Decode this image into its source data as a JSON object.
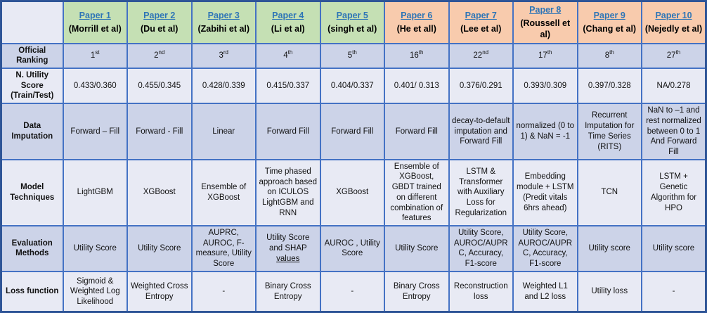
{
  "table": {
    "row_labels": {
      "ranking": "Official Ranking",
      "utility": "N. Utility Score (Train/Test)",
      "imputation": "Data Imputation",
      "model": "Model Techniques",
      "evaluation": "Evaluation Methods",
      "loss": "Loss function"
    }
  },
  "papers": [
    {
      "title": "Paper 1",
      "authors": "(Morrill et al)",
      "header_color": "#C5E0B4",
      "rank_value": "1",
      "rank_suffix": "st",
      "utility_score": "0.433/0.360",
      "data_imputation": "Forward – Fill",
      "model_techniques": "LightGBM",
      "evaluation_methods": "Utility Score",
      "loss_function": "Sigmoid & Weighted Log Likelihood"
    },
    {
      "title": "Paper 2",
      "authors": "(Du et al)",
      "header_color": "#C5E0B4",
      "rank_value": "2",
      "rank_suffix": "nd",
      "utility_score": "0.455/0.345",
      "data_imputation": "Forward - Fill",
      "model_techniques": "XGBoost",
      "evaluation_methods": "Utility Score",
      "loss_function": "Weighted Cross Entropy"
    },
    {
      "title": "Paper 3",
      "authors": "(Zabihi et al)",
      "header_color": "#C5E0B4",
      "rank_value": "3",
      "rank_suffix": "rd",
      "utility_score": "0.428/0.339",
      "data_imputation": "Linear",
      "model_techniques": "Ensemble of XGBoost",
      "evaluation_methods": "AUPRC, AUROC, F-measure, Utility Score",
      "loss_function": "-"
    },
    {
      "title": "Paper 4",
      "authors": "(Li et al)",
      "header_color": "#C5E0B4",
      "rank_value": "4",
      "rank_suffix": "th",
      "utility_score": "0.415/0.337",
      "data_imputation": "Forward Fill",
      "model_techniques": "Time phased approach based on ICULOS LightGBM and RNN",
      "evaluation_methods": "Utility Score and SHAP",
      "evaluation_underlined": "values",
      "loss_function": "Binary Cross Entropy"
    },
    {
      "title": "Paper 5",
      "authors": "(singh  et al)",
      "header_color": "#C5E0B4",
      "rank_value": "5",
      "rank_suffix": "th",
      "utility_score": "0.404/0.337",
      "data_imputation": "Forward Fill",
      "model_techniques": "XGBoost",
      "evaluation_methods": "AUROC , Utility Score",
      "loss_function": "-"
    },
    {
      "title": "Paper 6",
      "authors": "(He et all)",
      "header_color": "#F8CBAD",
      "rank_value": "16",
      "rank_suffix": "th",
      "utility_score": "0.401/ 0.313",
      "data_imputation": "Forward Fill",
      "model_techniques": "Ensemble of XGBoost, GBDT trained on different combination of features",
      "evaluation_methods": "Utility Score",
      "loss_function": "Binary Cross Entropy"
    },
    {
      "title": "Paper 7",
      "authors": "(Lee et al)",
      "header_color": "#F8CBAD",
      "rank_value": "22",
      "rank_suffix": "nd",
      "utility_score": "0.376/0.291",
      "data_imputation": "decay-to-default imputation and Forward Fill",
      "model_techniques": "LSTM & Transformer with Auxiliary Loss for Regularization",
      "evaluation_methods": "Utility Score, AUROC/AUPRC, Accuracy, F1-score",
      "loss_function": "Reconstruction loss"
    },
    {
      "title": "Paper 8",
      "authors": "(Roussell et al)",
      "header_color": "#F8CBAD",
      "rank_value": "17",
      "rank_suffix": "th",
      "utility_score": "0.393/0.309",
      "data_imputation": "normalized (0 to 1) & NaN = -1",
      "model_techniques": "Embedding module + LSTM (Predit vitals 6hrs ahead)",
      "evaluation_methods": "Utility Score, AUROC/AUPRC, Accuracy, F1-score",
      "loss_function": "Weighted L1 and L2 loss"
    },
    {
      "title": "Paper 9",
      "authors": "(Chang et al)",
      "header_color": "#F8CBAD",
      "rank_value": "8",
      "rank_suffix": "th",
      "utility_score": "0.397/0.328",
      "data_imputation": "Recurrent Imputation for Time Series (RITS)",
      "model_techniques": "TCN",
      "evaluation_methods": "Utility score",
      "loss_function": "Utility loss"
    },
    {
      "title": "Paper 10",
      "authors": "(Nejedly et al)",
      "header_color": "#F8CBAD",
      "rank_value": "27",
      "rank_suffix": "th",
      "utility_score": "NA/0.278",
      "data_imputation": "NaN to –1 and rest normalized between 0 to 1 And Forward Fill",
      "model_techniques": "LSTM + Genetic Algorithm for HPO",
      "evaluation_methods": "Utility score",
      "loss_function": "-"
    }
  ],
  "colors": {
    "green_header": "#C5E0B4",
    "orange_header": "#F8CBAD",
    "row_dark": "#CCD3E8",
    "row_light": "#E8EAF4",
    "grid_border": "#4472C4",
    "outer_border": "#2F5597",
    "link_blue": "#2E75B6"
  }
}
